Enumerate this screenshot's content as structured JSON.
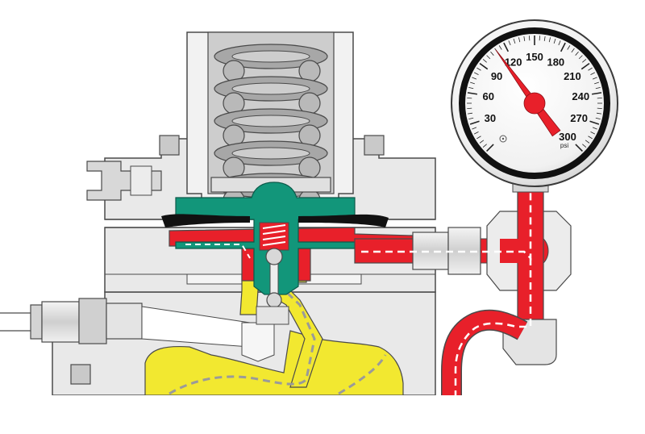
{
  "gauge": {
    "scale_labels": [
      "30",
      "60",
      "90",
      "120",
      "150",
      "180",
      "210",
      "240",
      "270",
      "300"
    ],
    "unit": "psi",
    "reading": 110
  },
  "colors": {
    "body": "#e9e9e9",
    "body_outline": "#4a4a4a",
    "spring_housing": "#cfcfcf",
    "coil": "#a7a7a7",
    "inlet_pressure": "#e8202a",
    "outlet_pressure": "#f2e830",
    "diaphragm_plate": "#12967a",
    "seal": "#111111",
    "needle": "#e8202a"
  }
}
